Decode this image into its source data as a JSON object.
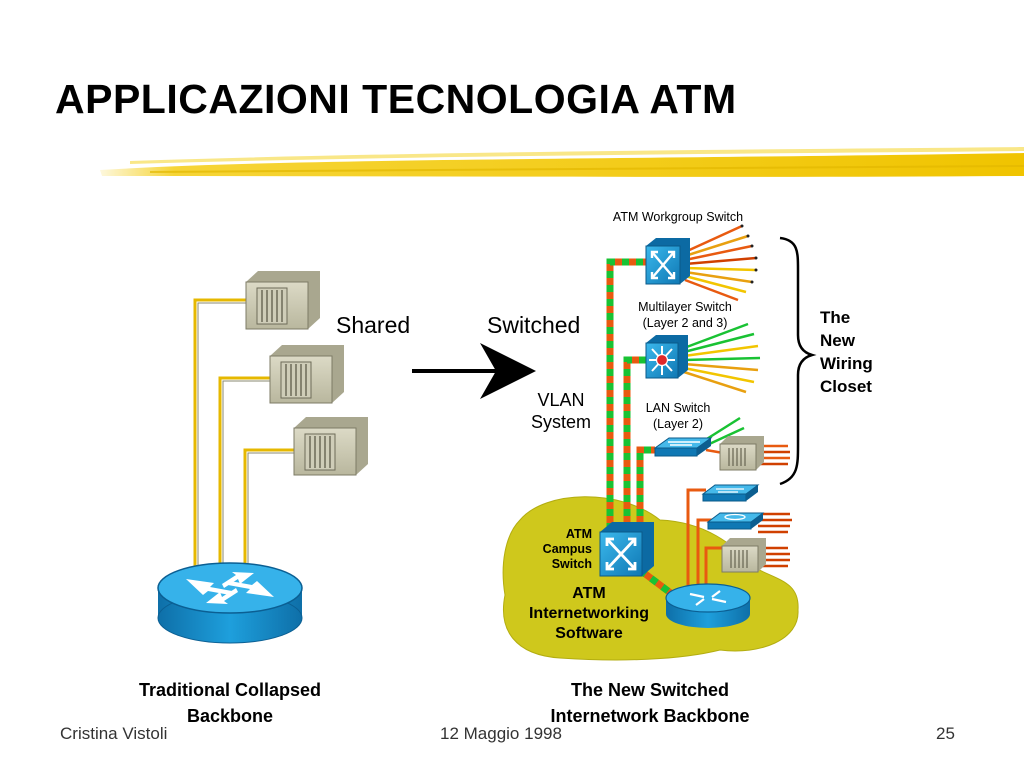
{
  "slide": {
    "title": "APPLICAZIONI TECNOLOGIA ATM",
    "footer_author": "Cristina Vistoli",
    "footer_date": "12 Maggio 1998",
    "page_number": "25"
  },
  "labels": {
    "shared": "Shared",
    "switched": "Switched",
    "vlan_line1": "VLAN",
    "vlan_line2": "System",
    "atm_workgroup_switch": "ATM Workgroup Switch",
    "multilayer_line1": "Multilayer Switch",
    "multilayer_line2": "(Layer 2 and 3)",
    "lan_switch_line1": "LAN Switch",
    "lan_switch_line2": "(Layer 2)",
    "wiring_closet_lines": [
      "The",
      "New",
      "Wiring",
      "Closet"
    ],
    "atm_campus_lines": [
      "ATM",
      "Campus",
      "Switch"
    ],
    "atm_internetworking_lines": [
      "ATM",
      "Internetworking",
      "Software"
    ],
    "caption_left_lines": [
      "Traditional Collapsed",
      "Backbone"
    ],
    "caption_right_lines": [
      "The New Switched",
      "Internetwork Backbone"
    ]
  },
  "colors": {
    "accent_yellow": "#f5d020",
    "switch_blue": "#1a9ad6",
    "cloud_yellow": "#cfc81c",
    "hub_beige": "#c9c7b0",
    "link_orange": "#e85a10",
    "link_green": "#19c233"
  }
}
